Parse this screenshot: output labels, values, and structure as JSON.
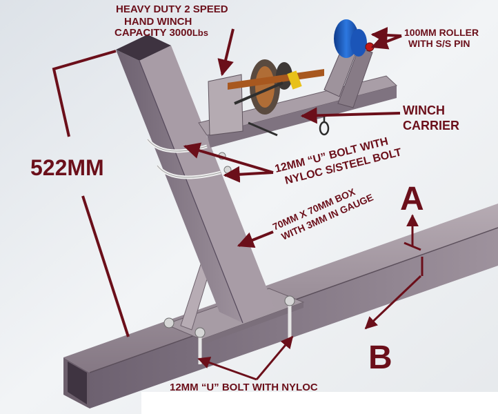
{
  "labels": {
    "winch_line1": "HEAVY DUTY 2 SPEED",
    "winch_line2": "HAND WINCH",
    "winch_line3": "CAPACITY 3000",
    "winch_line3_unit": "Lbs",
    "roller_line1": "100MM ROLLER",
    "roller_line2": "WITH S/S PIN",
    "carrier_line1": "WINCH",
    "carrier_line2": "CARRIER",
    "height": "522MM",
    "ubolt_line1": "12MM “U” BOLT WITH",
    "ubolt_line2": "NYLOC S/STEEL BOLT",
    "box_line1": "70MM X 70MM BOX",
    "box_line2": "WITH 3MM IN GAUGE",
    "marker_a": "A",
    "marker_b": "B",
    "ubolt_bottom": "12MM “U” BOLT WITH NYLOC"
  },
  "colors": {
    "annotation": "#6b0f1a",
    "steel": "#8a7d88",
    "steel_dark": "#4f4450",
    "roller": "#1f5fc4"
  }
}
